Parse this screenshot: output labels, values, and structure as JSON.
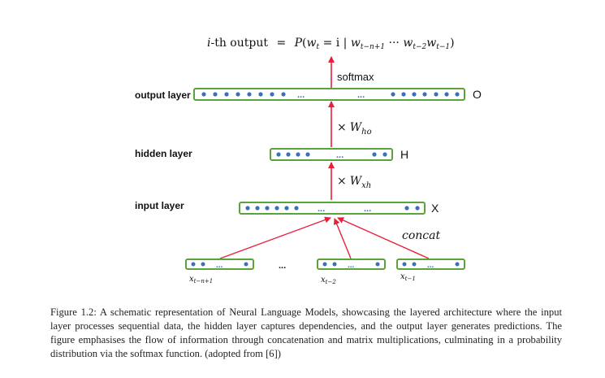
{
  "formula": {
    "prefix_i": "i",
    "prefix_rest": "-th output",
    "equals": "=",
    "P": "P",
    "open_paren": "(",
    "w": "w",
    "t_sub": "t",
    "eq_i": " = i | ",
    "w2": "w",
    "sub_tn1": "t−n+1",
    "dots": " ··· ",
    "w3": "w",
    "sub_t2": "t−2",
    "w4": "w",
    "sub_t1": "t−1",
    "close_paren": ")"
  },
  "labels": {
    "softmax": "softmax",
    "output_layer": "output layer",
    "hidden_layer": "hidden layer",
    "input_layer": "input layer",
    "O": "O",
    "H": "H",
    "X": "X",
    "times": "×",
    "W": "W",
    "ho": "ho",
    "xh": "xh",
    "concat": "concat",
    "ellipsis": "...",
    "middle_dots": "...",
    "x": "x",
    "x_tn1": "t−n+1",
    "x_t2": "t−2",
    "x_t1": "t−1"
  },
  "caption": "Figure 1.2: A schematic representation of Neural Language Models, showcasing the layered architecture where the input layer processes sequential data, the hidden layer captures dependencies, and the output layer generates predictions. The figure emphasises the flow of information through concatenation and matrix multiplications, culminating in a probability distribution via the softmax function. (adopted from [6])",
  "colors": {
    "box_border": "#5aa33a",
    "dot": "#3d6fb8",
    "arrow": "#e8203a",
    "text": "#111111"
  }
}
